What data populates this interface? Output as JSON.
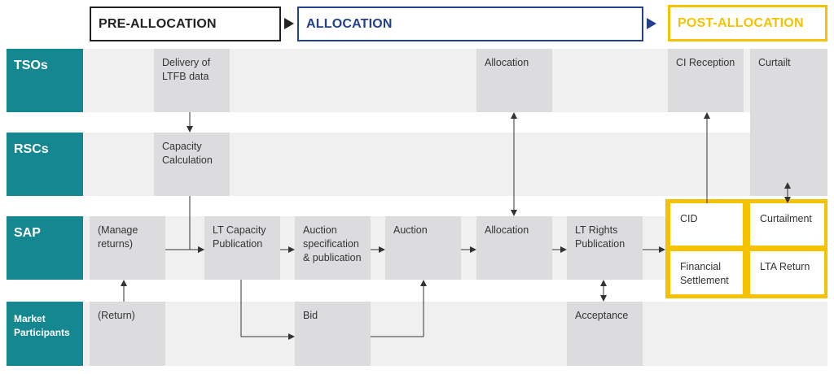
{
  "colors": {
    "lane": "#158791",
    "box": "#dcdcde",
    "band": "#f0f0f0",
    "pre": "#222222",
    "alloc": "#23408e",
    "post": "#f5c200",
    "line": "#333333"
  },
  "phases": {
    "pre": "PRE-ALLOCATION",
    "alloc": "ALLOCATION",
    "post": "POST-ALLOCATION"
  },
  "lanes": {
    "tsos": "TSOs",
    "rscs": "RSCs",
    "sap": "SAP",
    "market": "Market Participants"
  },
  "boxes": {
    "delivery_ltfb": "Delivery of LTFB data",
    "allocation_tso": "Allocation",
    "ci_reception": "CI Reception",
    "curtailt": "Curtailt",
    "capacity_calc": "Capacity Calculation",
    "manage_returns": "(Manage returns)",
    "lt_capacity_pub": "LT Capacity Publication",
    "auction_spec": "Auction specification & publication",
    "auction": "Auction",
    "allocation_sap": "Allocation",
    "lt_rights_pub": "LT Rights Publication",
    "cid": "CID",
    "curtailment": "Curtailment",
    "financial_settlement": "Financial Settlement",
    "lta_return": "LTA Return",
    "return": "(Return)",
    "bid": "Bid",
    "acceptance": "Acceptance"
  }
}
